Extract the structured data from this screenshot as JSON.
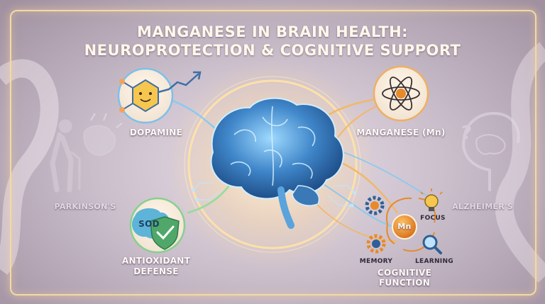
{
  "title": {
    "line1": "MANGANESE IN BRAIN HEALTH:",
    "line2": "NEUROPROTECTION & COGNITIVE SUPPORT"
  },
  "nodes": {
    "dopamine": "DOPAMINE",
    "manganese": "MANGANESE (Mn)",
    "antioxidant_line1": "ANTIOXIDANT",
    "antioxidant_line2": "DEFENSE",
    "sod": "SOD",
    "parkinsons": "PARKINSON'S",
    "alzheimers": "ALZHEIMER'S",
    "cognitive": "COGNITIVE FUNCTION",
    "mn_symbol": "Mn",
    "focus": "FOCUS",
    "memory": "MEMORY",
    "learning": "LEARNING"
  },
  "colors": {
    "gold": "#f0b45a",
    "blue": "#6fb7e8",
    "green": "#7ed28a",
    "orange": "#e8892a"
  }
}
